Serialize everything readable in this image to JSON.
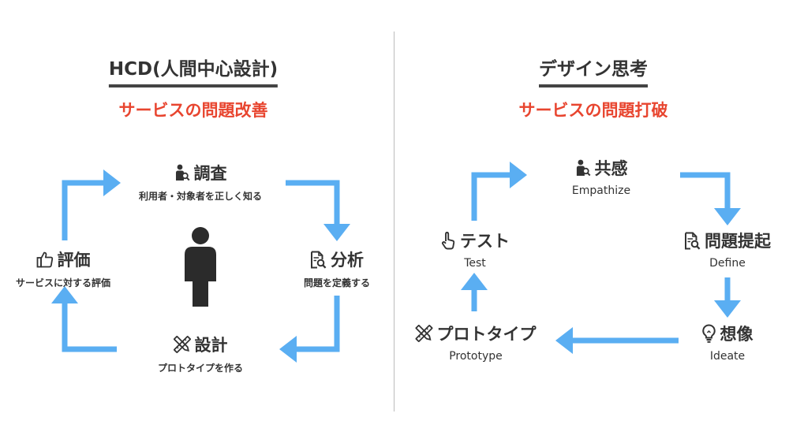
{
  "left": {
    "title": "HCD(人間中心設計)",
    "subtitle": "サービスの問題改善",
    "steps": {
      "research": {
        "label": "調査",
        "sub": "利用者・対象者を正しく知る",
        "icon": "person-search-icon"
      },
      "analysis": {
        "label": "分析",
        "sub": "問題を定義する",
        "icon": "document-search-icon"
      },
      "design": {
        "label": "設計",
        "sub": "プロトタイプを作る",
        "icon": "pencil-ruler-icon"
      },
      "evaluation": {
        "label": "評価",
        "sub": "サービスに対する評価",
        "icon": "thumbs-up-icon"
      }
    },
    "center_icon": "person-figure-icon"
  },
  "right": {
    "title": "デザイン思考",
    "subtitle": "サービスの問題打破",
    "steps": {
      "empathize": {
        "label": "共感",
        "sub": "Empathize",
        "icon": "person-search-icon"
      },
      "define": {
        "label": "問題提起",
        "sub": "Define",
        "icon": "document-search-icon"
      },
      "ideate": {
        "label": "想像",
        "sub": "Ideate",
        "icon": "lightbulb-icon"
      },
      "prototype": {
        "label": "プロトタイプ",
        "sub": "Prototype",
        "icon": "pencil-ruler-icon"
      },
      "test": {
        "label": "テスト",
        "sub": "Test",
        "icon": "tap-icon"
      }
    }
  },
  "colors": {
    "arrow": "#5aaef2",
    "accent_red": "#e8452f",
    "text": "#333333",
    "underline": "#444444",
    "divider": "#bbbbbb"
  }
}
